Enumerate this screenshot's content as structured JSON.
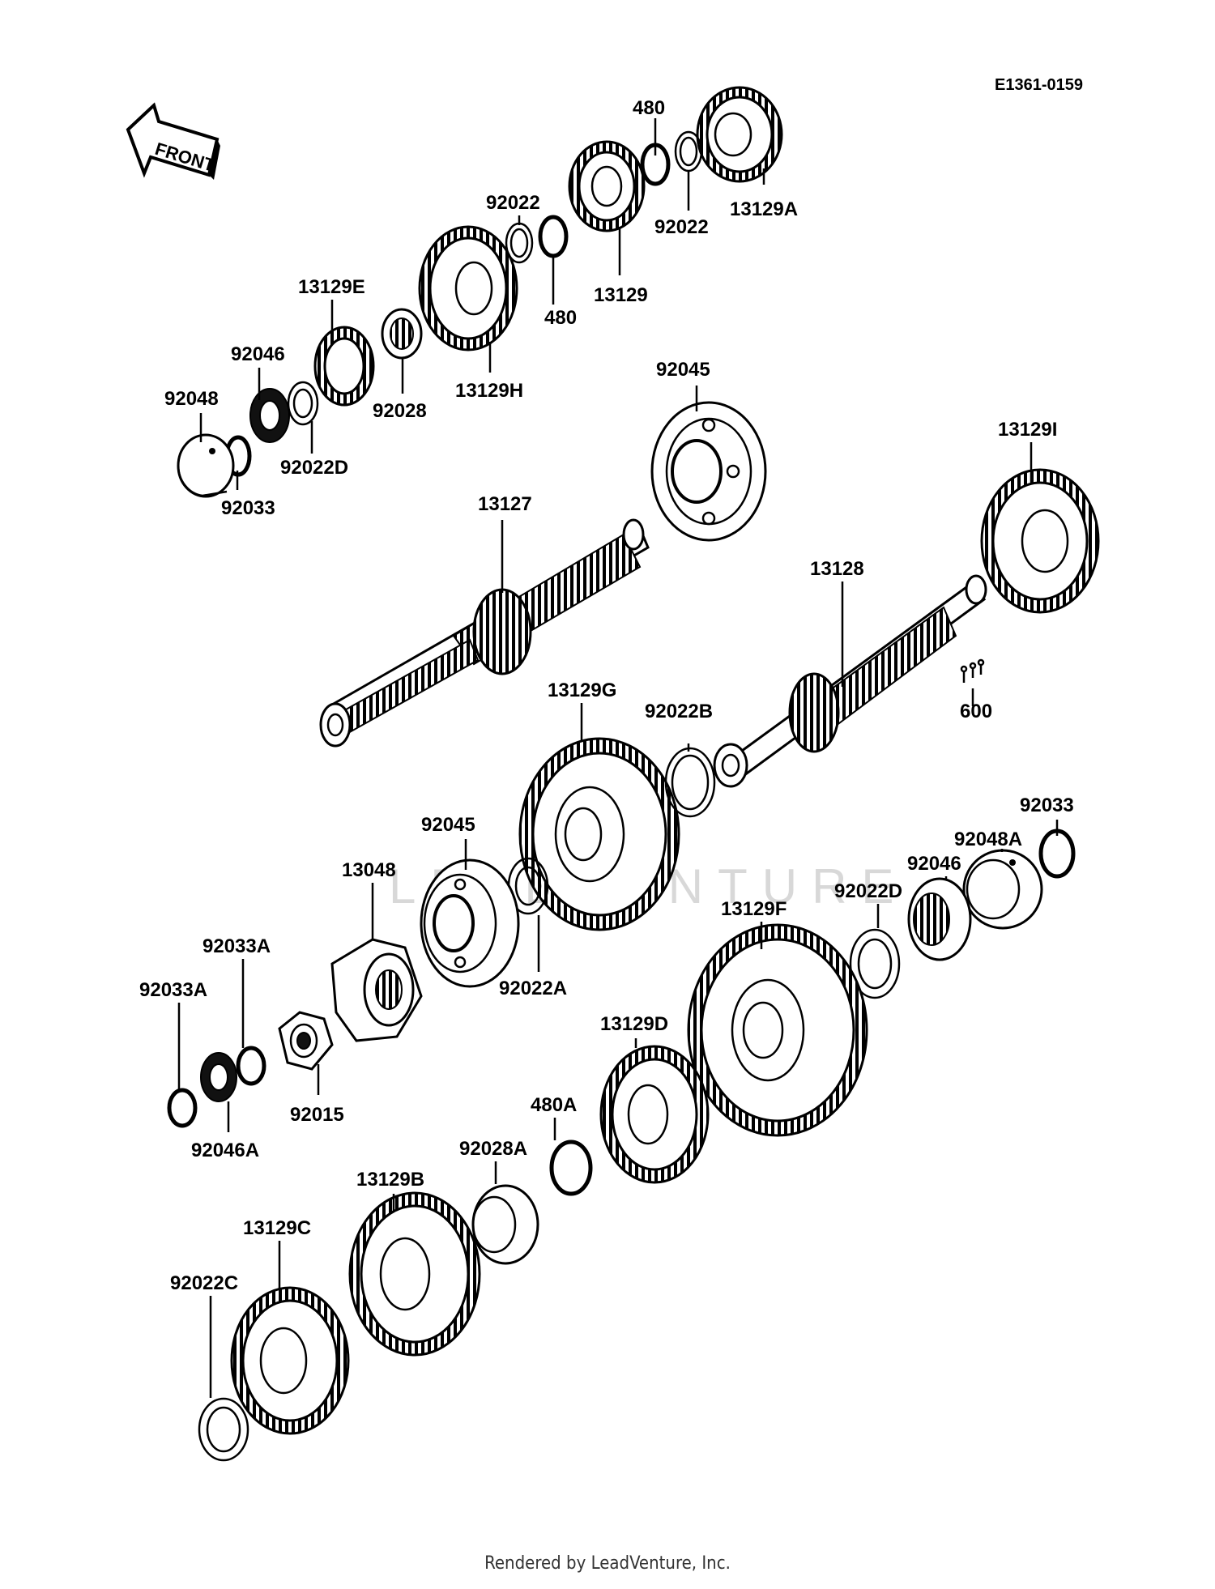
{
  "diagram": {
    "reference_code": "E1361-0159",
    "front_arrow_label": "FRONT",
    "watermark": "LEADVENTURE",
    "footer": "Rendered by LeadVenture, Inc."
  },
  "parts": [
    {
      "id": "480-top",
      "label": "480"
    },
    {
      "id": "13129A",
      "label": "13129A"
    },
    {
      "id": "92022-right",
      "label": "92022"
    },
    {
      "id": "92022-left",
      "label": "92022"
    },
    {
      "id": "13129",
      "label": "13129"
    },
    {
      "id": "480-mid",
      "label": "480"
    },
    {
      "id": "13129E",
      "label": "13129E"
    },
    {
      "id": "92046-top",
      "label": "92046"
    },
    {
      "id": "92048",
      "label": "92048"
    },
    {
      "id": "92033-top",
      "label": "92033"
    },
    {
      "id": "92022D-top",
      "label": "92022D"
    },
    {
      "id": "92028",
      "label": "92028"
    },
    {
      "id": "13129H",
      "label": "13129H"
    },
    {
      "id": "92045-top",
      "label": "92045"
    },
    {
      "id": "13127",
      "label": "13127"
    },
    {
      "id": "13129I",
      "label": "13129I"
    },
    {
      "id": "13128",
      "label": "13128"
    },
    {
      "id": "600",
      "label": "600"
    },
    {
      "id": "13129G",
      "label": "13129G"
    },
    {
      "id": "92022B",
      "label": "92022B"
    },
    {
      "id": "92033-right",
      "label": "92033"
    },
    {
      "id": "92048A",
      "label": "92048A"
    },
    {
      "id": "92046-right",
      "label": "92046"
    },
    {
      "id": "92022D-right",
      "label": "92022D"
    },
    {
      "id": "13129F",
      "label": "13129F"
    },
    {
      "id": "92045-mid",
      "label": "92045"
    },
    {
      "id": "13048",
      "label": "13048"
    },
    {
      "id": "92022A",
      "label": "92022A"
    },
    {
      "id": "92033A-upper",
      "label": "92033A"
    },
    {
      "id": "92033A-lower",
      "label": "92033A"
    },
    {
      "id": "92015",
      "label": "92015"
    },
    {
      "id": "92046A",
      "label": "92046A"
    },
    {
      "id": "13129D",
      "label": "13129D"
    },
    {
      "id": "480A",
      "label": "480A"
    },
    {
      "id": "92028A",
      "label": "92028A"
    },
    {
      "id": "13129B",
      "label": "13129B"
    },
    {
      "id": "13129C",
      "label": "13129C"
    },
    {
      "id": "92022C",
      "label": "92022C"
    }
  ]
}
